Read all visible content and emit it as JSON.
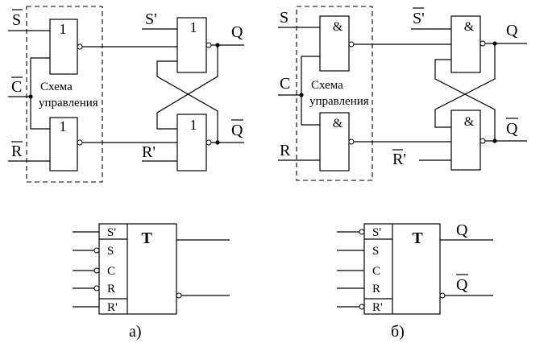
{
  "top_left": {
    "inputs": {
      "s": "S",
      "c": "C",
      "r": "R"
    },
    "gate_symbol": "1",
    "control_caption": [
      "Схема",
      "управления"
    ],
    "feedback_inputs": {
      "s_prime": "S'",
      "r_prime": "R'"
    },
    "outputs": {
      "q": "Q",
      "q_bar": "Q"
    }
  },
  "top_right": {
    "inputs": {
      "s": "S",
      "c": "C",
      "r": "R"
    },
    "gate_symbol": "&",
    "control_caption": [
      "Схема",
      "управления"
    ],
    "feedback_inputs": {
      "s_prime": "S'",
      "r_prime": "R'"
    },
    "outputs": {
      "q": "Q",
      "q_bar": "Q"
    }
  },
  "symbol_a": {
    "title": "T",
    "pins": [
      "S'",
      "S",
      "C",
      "R",
      "R'"
    ],
    "caption": "а)"
  },
  "symbol_b": {
    "title": "T",
    "pins": [
      "S'",
      "S",
      "C",
      "R",
      "R'"
    ],
    "outputs": {
      "q": "Q",
      "q_bar": "Q"
    },
    "caption": "б)"
  }
}
